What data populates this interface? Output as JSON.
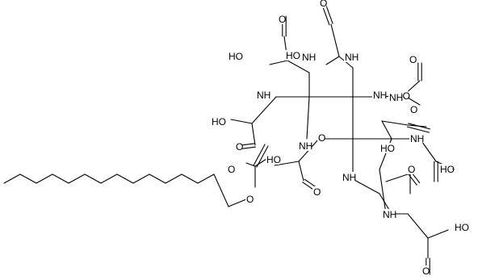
{
  "labels": [
    "O",
    "HO",
    "O",
    "NH",
    "NH",
    "HO",
    "O",
    "NH",
    "HO",
    "NH",
    "HO",
    "O",
    "NH",
    "NH",
    "O",
    "O",
    "NH",
    "HO",
    "HO",
    "O",
    "O",
    "NH",
    "O",
    "O",
    "HO",
    "NH",
    "O",
    "HO"
  ],
  "colors": {
    "ink": "#000000",
    "background": "#ffffff"
  }
}
